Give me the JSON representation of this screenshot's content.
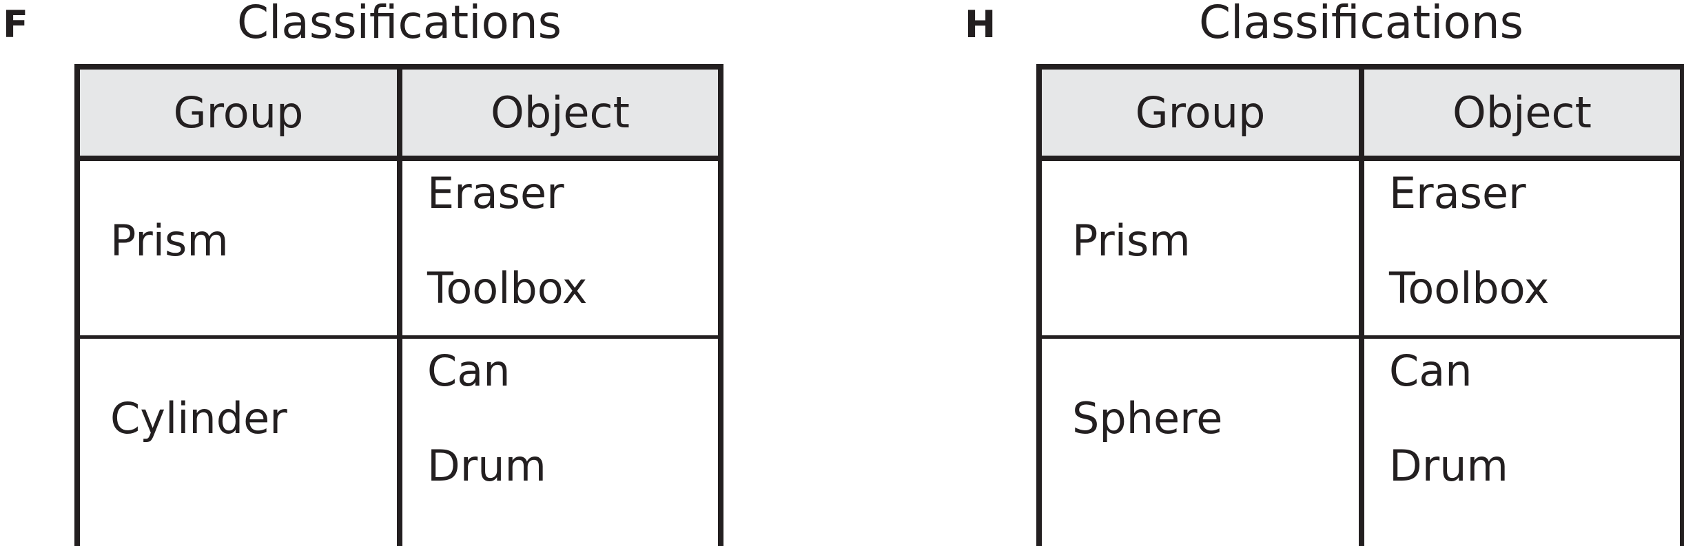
{
  "panels": [
    {
      "letter": "F",
      "title": "Classifications",
      "headers": {
        "group": "Group",
        "object": "Object"
      },
      "rows": [
        {
          "group": "Prism",
          "objects": [
            "Eraser",
            "Toolbox"
          ]
        },
        {
          "group": "Cylinder",
          "objects": [
            "Can",
            "Drum"
          ]
        }
      ]
    },
    {
      "letter": "H",
      "title": "Classifications",
      "headers": {
        "group": "Group",
        "object": "Object"
      },
      "rows": [
        {
          "group": "Prism",
          "objects": [
            "Eraser",
            "Toolbox"
          ]
        },
        {
          "group": "Sphere",
          "objects": [
            "Can",
            "Drum"
          ]
        }
      ]
    }
  ]
}
